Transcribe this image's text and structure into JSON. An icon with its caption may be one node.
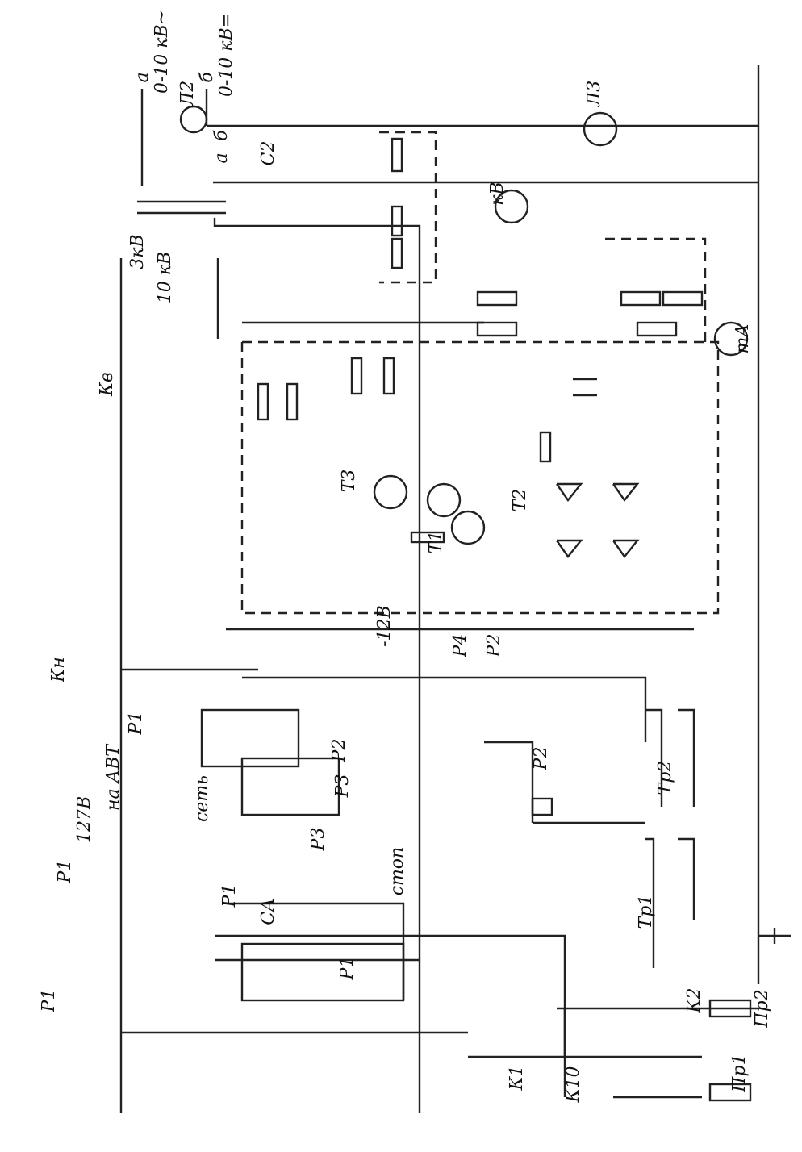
{
  "diagram": {
    "labels": [
      "а",
      "0-10 кВ~",
      "б",
      "0-10 кВ=",
      "Л2",
      "а",
      "б",
      "С2",
      "Л3",
      "3кВ",
      "10 кВ",
      "кВ",
      "mA",
      "Кв",
      "Т3",
      "Т2",
      "Т1",
      "Кн",
      "-12В",
      "Р4",
      "Р2",
      "Р1",
      "на АВТ",
      "сеть",
      "Р2",
      "Р3",
      "Р3",
      "127В",
      "Р1",
      "Р2",
      "Тр2",
      "стоп",
      "Р1",
      "СА",
      "Р1",
      "Р1",
      "Тр1",
      "К2",
      "Пр2",
      "К1",
      "К10",
      "Пр1"
    ]
  }
}
